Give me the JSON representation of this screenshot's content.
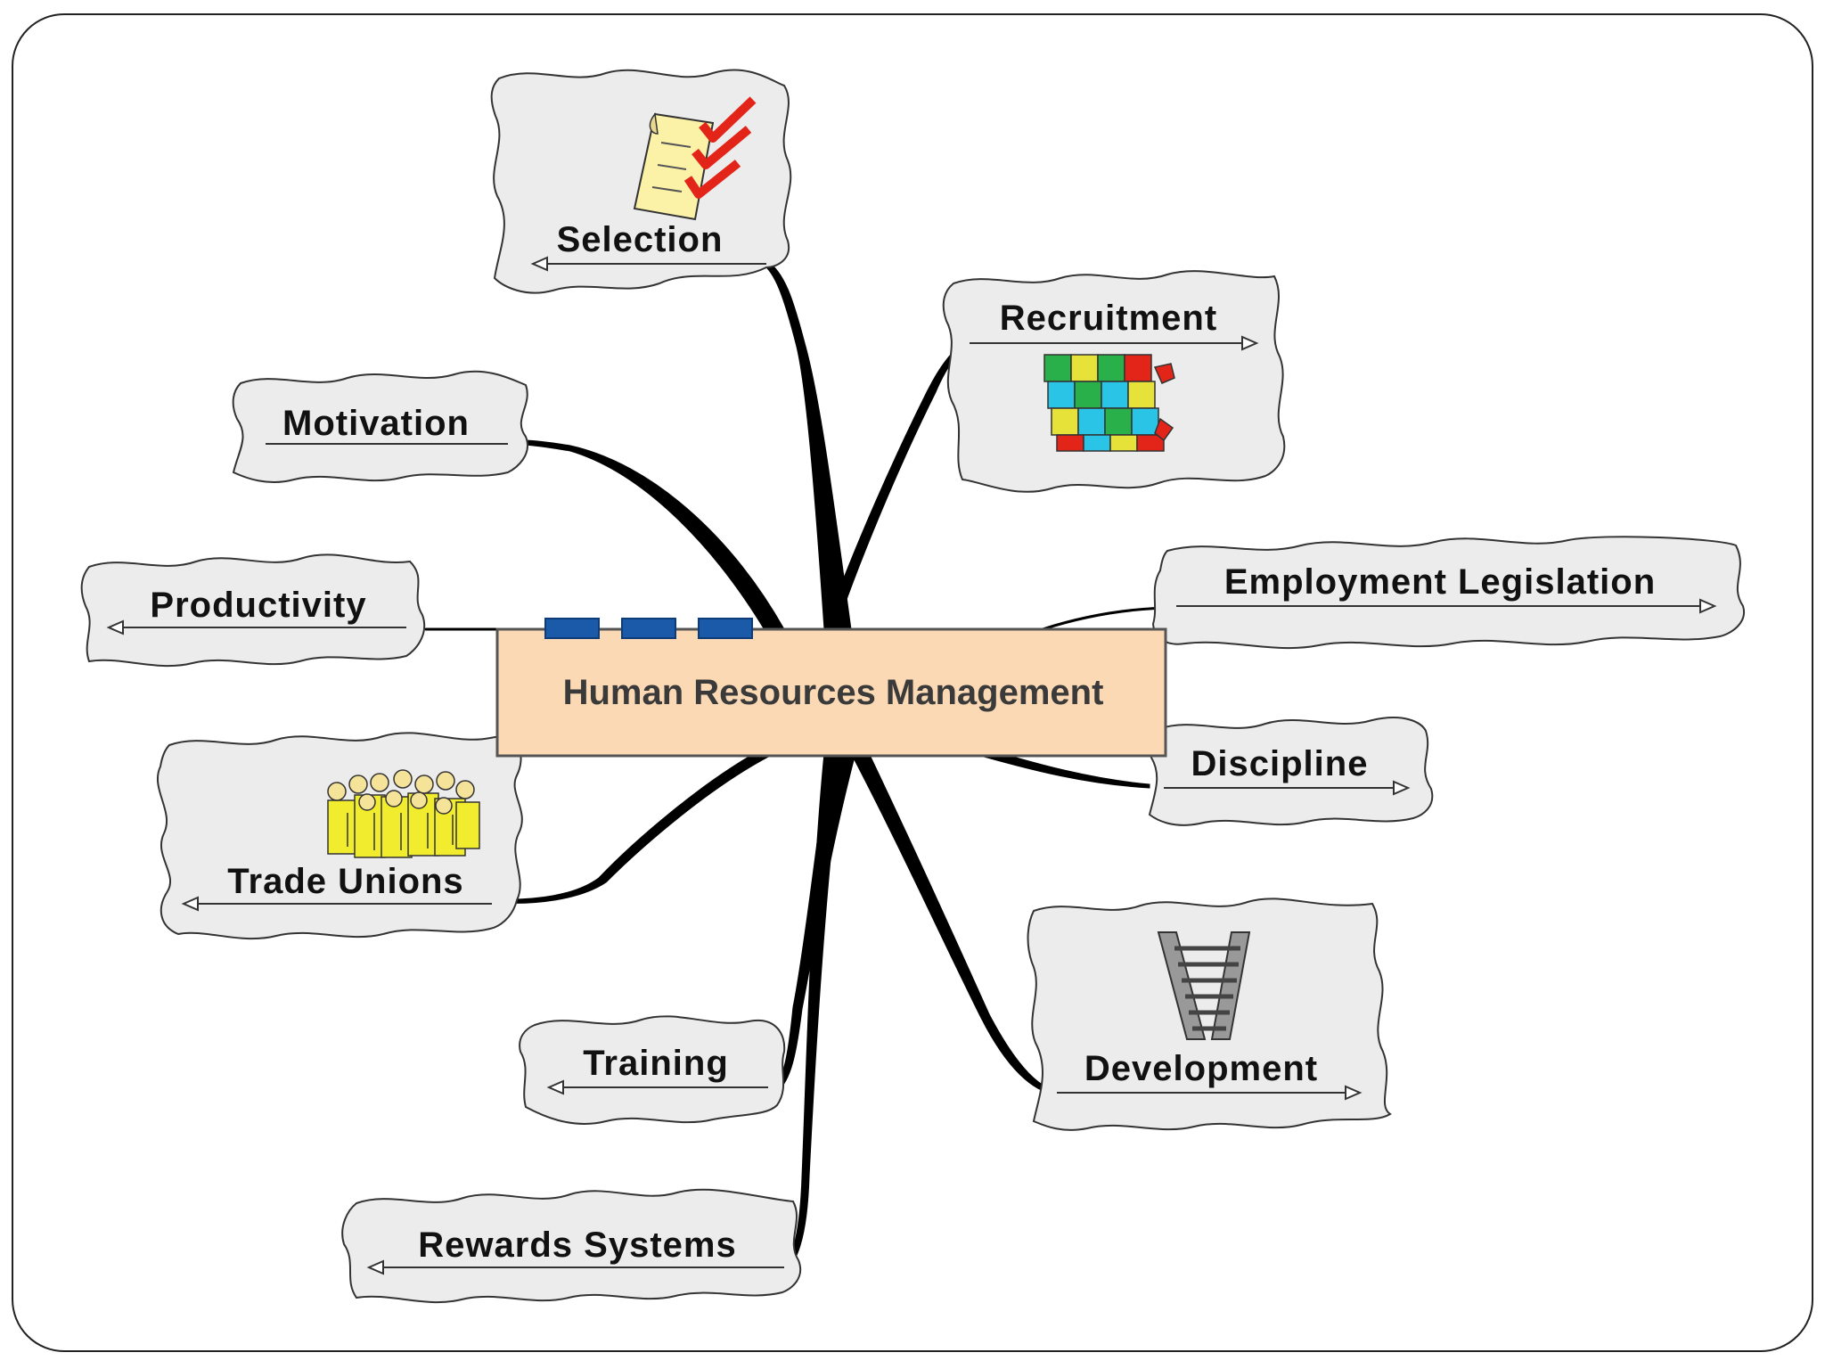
{
  "diagram": {
    "center": {
      "label": "Human Resources Management"
    },
    "topics": [
      {
        "id": "selection",
        "label": "Selection",
        "icon": "checklist-icon"
      },
      {
        "id": "recruitment",
        "label": "Recruitment",
        "icon": "jigsaw-puzzle-icon"
      },
      {
        "id": "motivation",
        "label": "Motivation",
        "icon": ""
      },
      {
        "id": "productivity",
        "label": "Productivity",
        "icon": ""
      },
      {
        "id": "employment",
        "label": "Employment Legislation",
        "icon": ""
      },
      {
        "id": "discipline",
        "label": "Discipline",
        "icon": ""
      },
      {
        "id": "tradeunions",
        "label": "Trade Unions",
        "icon": "crowd-icon"
      },
      {
        "id": "development",
        "label": "Development",
        "icon": "ladder-icon"
      },
      {
        "id": "training",
        "label": "Training",
        "icon": ""
      },
      {
        "id": "rewards",
        "label": "Rewards Systems",
        "icon": ""
      }
    ],
    "colors": {
      "center_fill": "#fbd9b4",
      "center_tabs": "#1a5aa8",
      "cloud_fill": "#ececec",
      "branch": "#000000"
    }
  }
}
